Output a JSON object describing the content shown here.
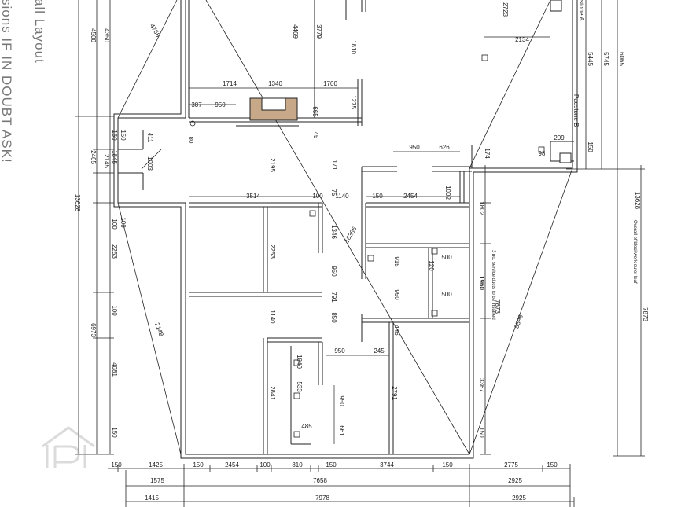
{
  "sidebar_text": {
    "line1": "all Layout",
    "line2": "sions IF IN DOUBT ASK!"
  },
  "labels": {
    "padstone_a": "stone A",
    "padstone_b": "Padstone B",
    "overall_note": "Overall of blockwork outer leaf",
    "service": "3 no. service\nducts to be\ninstalled"
  },
  "dims": {
    "bottom_row1": [
      "150",
      "1425",
      "150",
      "2454",
      "100",
      "810",
      "150",
      "3744",
      "150",
      "2775",
      "150"
    ],
    "bottom_row2": [
      "1575",
      "7658",
      "2925"
    ],
    "bottom_row3": [
      "1415",
      "7978",
      "2925"
    ],
    "left_col1": [
      "4500",
      "2465",
      "13628",
      "6973"
    ],
    "left_col2": [
      "4350",
      "2145",
      "150",
      "1845",
      "100",
      "2253",
      "100",
      "4081",
      "150"
    ],
    "right_col": [
      "6065",
      "5745",
      "5445",
      "150",
      "1802",
      "1960",
      "7873",
      "3367",
      "150"
    ],
    "right_outer": [
      "13628",
      "7873"
    ],
    "interior": [
      "1714",
      "1340",
      "1700",
      "387",
      "950",
      "665",
      "2195",
      "3514",
      "100",
      "1140",
      "150",
      "2454",
      "950",
      "626",
      "1002",
      "2253",
      "1346",
      "950",
      "791",
      "850",
      "1140",
      "950",
      "245",
      "2791",
      "533",
      "1040",
      "485",
      "950",
      "661",
      "2841",
      "1810",
      "1275",
      "3779",
      "4469",
      "2134",
      "2723",
      "500",
      "500",
      "915",
      "120",
      "950",
      "446",
      "1960",
      "16386",
      "8598",
      "2148",
      "4768",
      "411",
      "1003",
      "150",
      "100",
      "80",
      "171",
      "75",
      "45",
      "209",
      "98",
      "174"
    ]
  }
}
